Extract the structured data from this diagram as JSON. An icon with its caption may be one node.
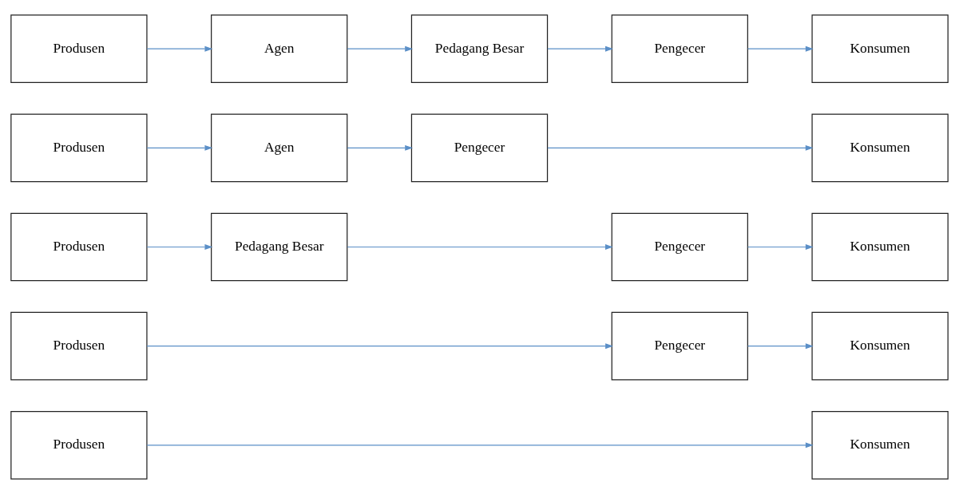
{
  "diagram": {
    "nodes": [
      {
        "text": [
          "Produsen"
        ]
      },
      {
        "text": [
          "Konsumen"
        ]
      },
      {
        "text": [
          "Produsen"
        ]
      },
      {
        "text": [
          "Pengecer"
        ]
      },
      {
        "text": [
          "Konsumen"
        ]
      },
      {
        "text": [
          "Produsen"
        ]
      },
      {
        "text": [
          "Pedagang Besar"
        ]
      },
      {
        "text": [
          "Pengecer"
        ]
      },
      {
        "text": [
          "Konsumen"
        ]
      },
      {
        "text": [
          "Produsen"
        ]
      },
      {
        "text": [
          "Agen"
        ]
      },
      {
        "text": [
          "Pengecer"
        ]
      },
      {
        "text": [
          "Konsumen"
        ]
      },
      {
        "text": [
          "Produsen"
        ]
      },
      {
        "text": [
          "Agen"
        ]
      },
      {
        "text": [
          "Pedagang Besar"
        ]
      },
      {
        "text": [
          "Pengecer"
        ]
      },
      {
        "text": [
          "Konsumen"
        ]
      }
    ],
    "edges": [
      {
        "from": 0,
        "to": 1,
        "arrow": "to"
      },
      {
        "from": 2,
        "to": 3,
        "arrow": "to"
      },
      {
        "from": 3,
        "to": 4,
        "arrow": "to"
      },
      {
        "from": 5,
        "to": 6,
        "arrow": "to"
      },
      {
        "from": 6,
        "to": 7,
        "arrow": "to"
      },
      {
        "from": 7,
        "to": 8,
        "arrow": "to"
      },
      {
        "from": 9,
        "to": 10,
        "arrow": "to"
      },
      {
        "from": 10,
        "to": 11,
        "arrow": "to"
      },
      {
        "from": 11,
        "to": 12,
        "arrow": "to"
      },
      {
        "from": 13,
        "to": 14,
        "arrow": "to"
      },
      {
        "from": 14,
        "to": 15,
        "arrow": "to"
      },
      {
        "from": 15,
        "to": 16,
        "arrow": "to"
      },
      {
        "from": 16,
        "to": 17,
        "arrow": "to"
      }
    ]
  }
}
